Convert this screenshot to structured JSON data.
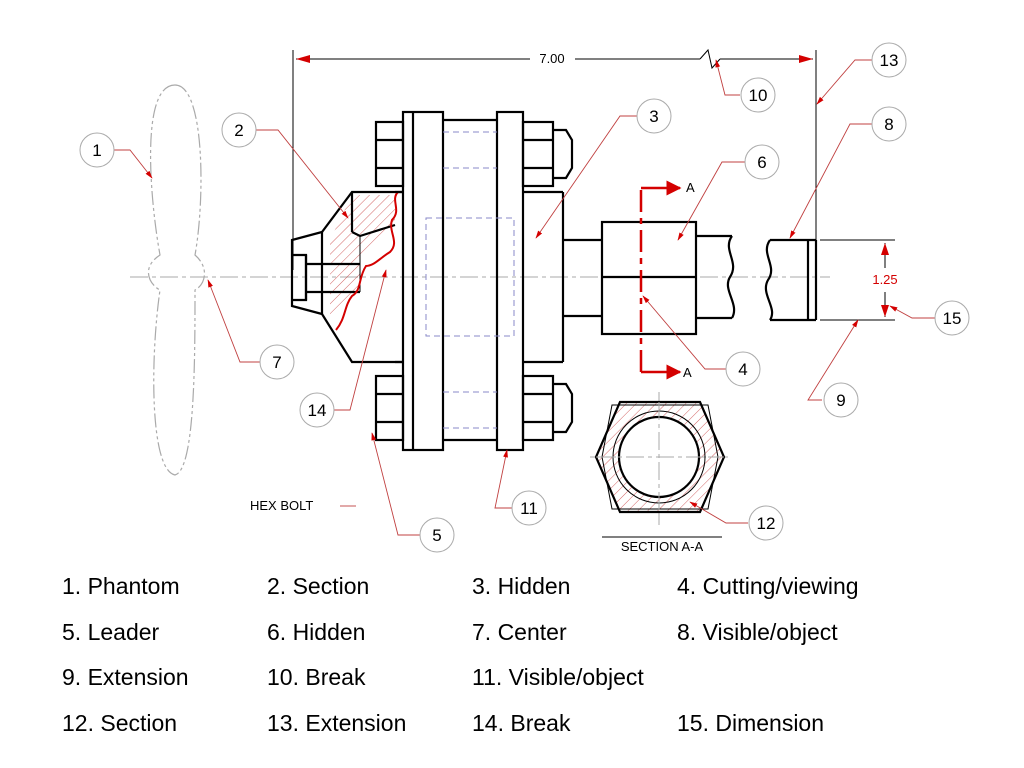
{
  "dimensions": {
    "overall_width": "7.00",
    "diameter": "1.25"
  },
  "callouts": [
    "1",
    "2",
    "3",
    "4",
    "5",
    "6",
    "7",
    "8",
    "9",
    "10",
    "11",
    "12",
    "13",
    "14",
    "15"
  ],
  "annotations": {
    "hex_bolt": "HEX BOLT",
    "section_label": "SECTION A-A",
    "cut_letter_top": "A",
    "cut_letter_bottom": "A"
  },
  "legend": {
    "rows": [
      [
        "1. Phantom",
        "2. Section",
        "3. Hidden",
        "4. Cutting/viewing"
      ],
      [
        "5. Leader",
        "6. Hidden",
        "7. Center",
        "8. Visible/object"
      ],
      [
        "9. Extension",
        "10. Break",
        "11. Visible/object",
        ""
      ],
      [
        "12. Section",
        "13. Extension",
        "14. Break",
        "15. Dimension"
      ]
    ]
  },
  "colors": {
    "dimension": "#d40000",
    "object": "#000000",
    "leader": "#c04040"
  }
}
